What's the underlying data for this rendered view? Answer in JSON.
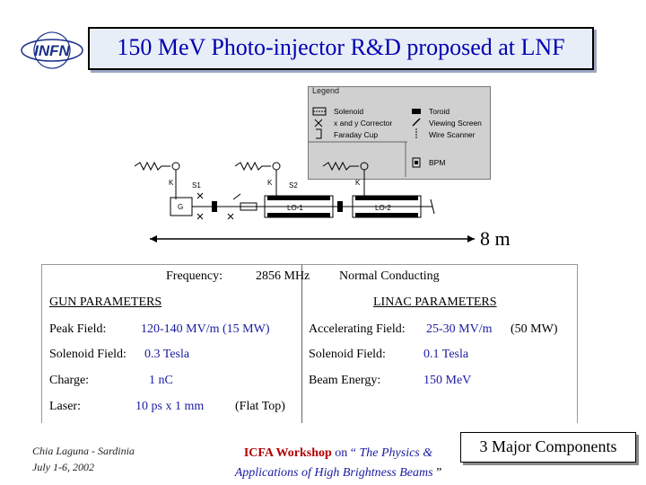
{
  "slide": {
    "logo": "INFN",
    "title": "150 MeV Photo-injector R&D proposed at LNF"
  },
  "legend": {
    "title": "Legend",
    "items": [
      {
        "label": "Solenoid",
        "icon": "solenoid-icon"
      },
      {
        "label": "Toroid",
        "icon": "toroid-icon"
      },
      {
        "label": "x and y Corrector",
        "icon": "corrector-icon"
      },
      {
        "label": "Viewing Screen",
        "icon": "viewing-screen-icon"
      },
      {
        "label": "Faraday Cup",
        "icon": "faraday-cup-icon"
      },
      {
        "label": "Wire Scanner",
        "icon": "wire-scanner-icon"
      },
      {
        "label": "BPM",
        "icon": "bpm-icon"
      }
    ]
  },
  "beamline": {
    "labels": {
      "k1": "K",
      "k2": "K",
      "k3": "K",
      "s1": "S1",
      "s2": "S2",
      "gun": "G",
      "lo1": "LO-1",
      "lo2": "LO-2"
    }
  },
  "scale": {
    "label": "8 m"
  },
  "params": {
    "frequency_label": "Frequency:",
    "frequency_value": "2856 MHz",
    "conducting": "Normal Conducting",
    "gun_heading": "GUN PARAMETERS",
    "linac_heading": "LINAC PARAMETERS",
    "gun": {
      "peak_field_label": "Peak Field:",
      "peak_field_value": "120-140 MV/m  (15 MW)",
      "solenoid_label": "Solenoid Field:",
      "solenoid_value": "0.3 Tesla",
      "charge_label": "Charge:",
      "charge_value": "1 nC",
      "laser_label": "Laser:",
      "laser_value": "10 ps x 1 mm",
      "laser_note": "(Flat Top)"
    },
    "linac": {
      "accel_label": "Accelerating Field:",
      "accel_value": "25-30 MV/m",
      "accel_power": "(50 MW)",
      "solenoid_label": "Solenoid Field:",
      "solenoid_value": "0.1 Tesla",
      "energy_label": "Beam Energy:",
      "energy_value": "150 MeV"
    }
  },
  "footer": {
    "location": "Chia Laguna - Sardinia",
    "date": "July 1-6,  2002",
    "workshop": "ICFA Workshop",
    "on": " on “ ",
    "physics": "The Physics &",
    "applications": "Applications of High Brightness Beams",
    "close_quote": " ”",
    "major": "3 Major Components"
  }
}
